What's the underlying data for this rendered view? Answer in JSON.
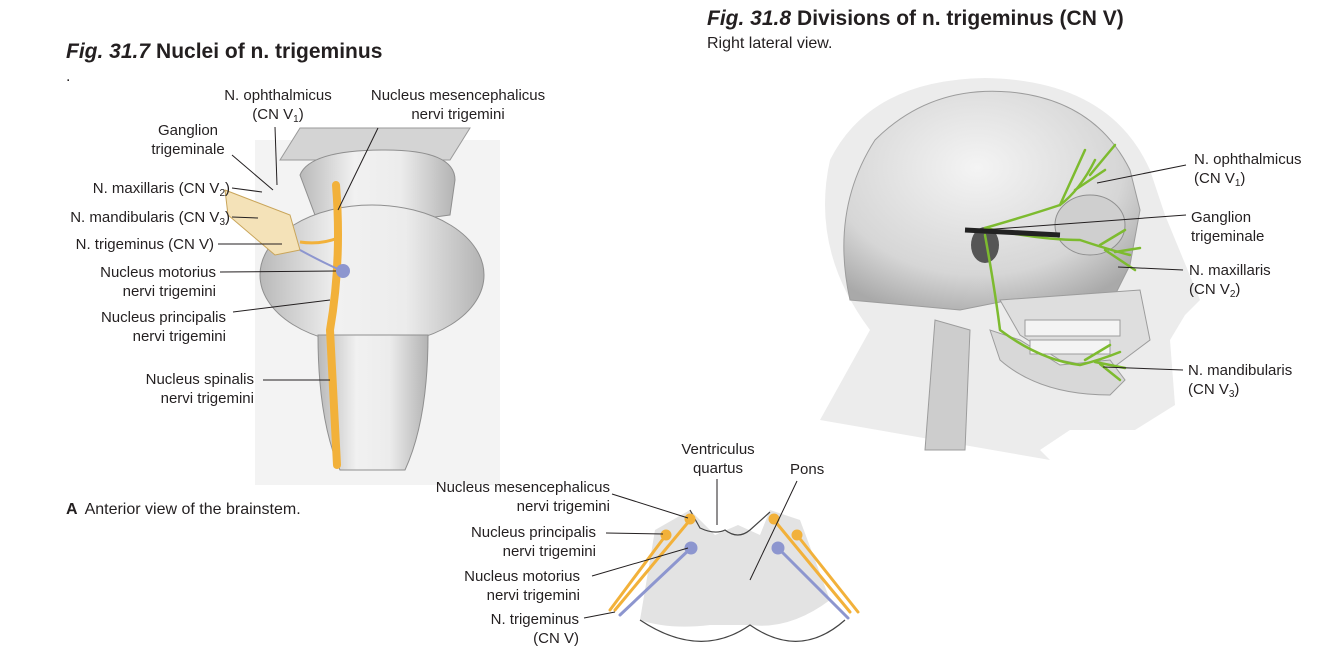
{
  "fig_left": {
    "number": "Fig. 31.7",
    "title": "Nuclei of n. trigeminus",
    "dot": ".",
    "caption_letter": "A",
    "caption_text": "Anterior view of the brainstem.",
    "labels": {
      "ophthalmicus_1": "N. ophthalmicus",
      "ophthalmicus_2": "(CN V",
      "ophthalmicus_sub": "1",
      "ophthalmicus_3": ")",
      "mesenc_1": "Nucleus mesencephalicus",
      "mesenc_2": "nervi trigemini",
      "ganglion_1": "Ganglion",
      "ganglion_2": "trigeminale",
      "maxillaris_1": "N. maxillaris (CN V",
      "maxillaris_sub": "2",
      "maxillaris_2": ")",
      "mandibularis_1": "N. mandibularis (CN V",
      "mandibularis_sub": "3",
      "mandibularis_2": ")",
      "trigeminus": "N. trigeminus (CN V)",
      "motorius_1": "Nucleus motorius",
      "motorius_2": "nervi trigemini",
      "principalis_1": "Nucleus principalis",
      "principalis_2": "nervi trigemini",
      "spinalis_1": "Nucleus spinalis",
      "spinalis_2": "nervi trigemini"
    }
  },
  "fig_right": {
    "number": "Fig. 31.8",
    "title": "Divisions of n. trigeminus (CN V)",
    "subtitle": "Right lateral view.",
    "labels": {
      "ophthalmicus_1": "N. ophthalmicus",
      "ophthalmicus_2": "(CN V",
      "ophthalmicus_sub": "1",
      "ophthalmicus_3": ")",
      "ganglion_1": "Ganglion",
      "ganglion_2": "trigeminale",
      "maxillaris_1": "N. maxillaris",
      "maxillaris_2": "(CN V",
      "maxillaris_sub": "2",
      "maxillaris_3": ")",
      "mandibularis_1": "N. mandibularis",
      "mandibularis_2": "(CN V",
      "mandibularis_sub": "3",
      "mandibularis_3": ")"
    }
  },
  "fig_bottom": {
    "labels": {
      "ventriculus_1": "Ventriculus",
      "ventriculus_2": "quartus",
      "pons": "Pons",
      "mesenc_1": "Nucleus mesencephalicus",
      "mesenc_2": "nervi trigemini",
      "principalis_1": "Nucleus principalis",
      "principalis_2": "nervi trigemini",
      "motorius_1": "Nucleus motorius",
      "motorius_2": "nervi trigemini",
      "trigeminus_1": "N. trigeminus",
      "trigeminus_2": "(CN V)"
    }
  },
  "colors": {
    "nerve_yellow": "#f2b13a",
    "motor_blue": "#8d96cf",
    "sensory_green": "#7dbb2f",
    "bone": "#dcdcdc",
    "tissue": "#e6e6e6",
    "leader": "#231f20"
  }
}
